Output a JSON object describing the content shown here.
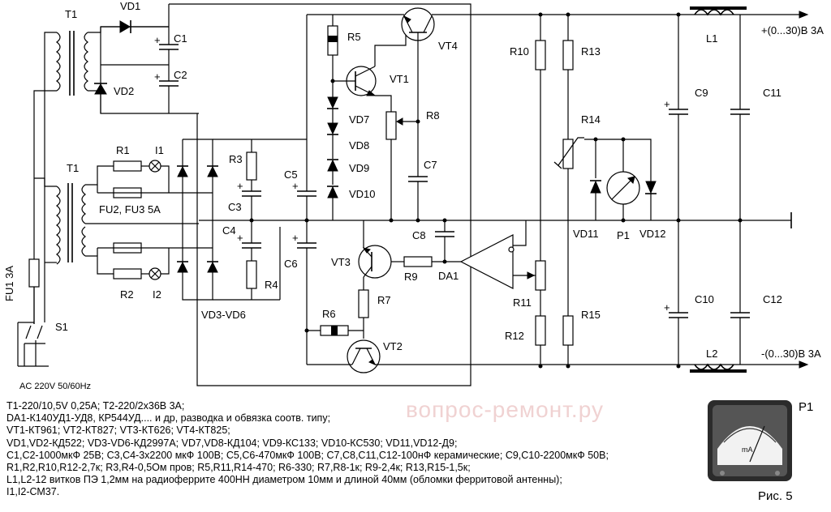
{
  "labels": {
    "T1_top": "T1",
    "VD1": "VD1",
    "C1": "C1",
    "C2": "C2",
    "VD2": "VD2",
    "T1_mid": "T1",
    "R1": "R1",
    "I1": "I1",
    "FU23": "FU2, FU3 5A",
    "R2": "R2",
    "I2": "I2",
    "FU1": "FU1 3A",
    "S1": "S1",
    "R3": "R3",
    "C3": "C3",
    "C4": "C4",
    "R4": "R4",
    "VD36": "VD3-VD6",
    "C5": "C5",
    "C6": "C6",
    "R5": "R5",
    "VT1": "VT1",
    "VT4": "VT4",
    "VD7": "VD7",
    "VD8": "VD8",
    "VD9": "VD9",
    "VD10": "VD10",
    "R8": "R8",
    "C7": "C7",
    "C8": "C8",
    "VT3": "VT3",
    "R9": "R9",
    "DA1": "DA1",
    "R7": "R7",
    "R6": "R6",
    "VT2": "VT2",
    "R10": "R10",
    "R13": "R13",
    "R14": "R14",
    "R11": "R11",
    "R12": "R12",
    "R15": "R15",
    "VD11": "VD11",
    "P1_sch": "P1",
    "VD12": "VD12",
    "C9": "C9",
    "C10": "C10",
    "C11": "C11",
    "C12": "C12",
    "L1": "L1",
    "L2": "L2",
    "out_pos": "+(0...30)В 3А",
    "out_neg": "-(0...30)В 3А",
    "ac": "AC 220V 50/60Hz",
    "fig": "Рис. 5",
    "P1_photo": "P1",
    "watermark": "вопрос-ремонт.ру",
    "meter_unit": "mA"
  },
  "notes": [
    "T1-220/10,5V 0,25A; T2-220/2х36В 3А;",
    "DA1-К140УД1-УД8, КР544УД.... и др, разводка и обвязка соотв. типу;",
    "VT1-КТ961; VT2-КТ827; VT3-КТ626; VT4-КТ825;",
    "VD1,VD2-КД522; VD3-VD6-КД2997А; VD7,VD8-КД104; VD9-КС133; VD10-КС530; VD11,VD12-Д9;",
    "C1,C2-1000мкФ 25В; С3,С4-3х2200 мкФ 100В; С5,С6-470мкФ 100В; С7,С8,С11,С12-100нФ керамические; С9,С10-2200мкФ 50В;",
    "R1,R2,R10,R12-2,7к; R3,R4-0,5Ом пров; R5,R11,R14-470; R6-330; R7,R8-1к; R9-2,4к; R13,R15-1,5к;",
    "L1,L2-12 витков ПЭ 1,2мм на радиоферрите 400НН диаметром 10мм и длиной 40мм (обломки ферритовой антенны);",
    "I1,I2-СМ37."
  ]
}
